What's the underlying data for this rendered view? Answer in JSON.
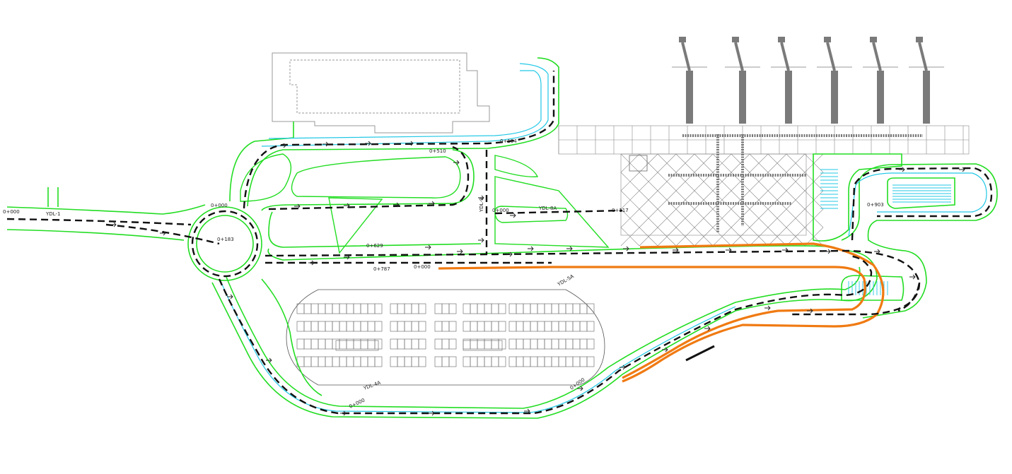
{
  "labels": {
    "start_station": "0+000",
    "route_main": "YDL-1",
    "roundabout_a": "0+000",
    "roundabout_b": "0+183",
    "loop_104": "0+104",
    "loop_510": "0+510",
    "ramp_8a_start": "0+000",
    "ramp_8a_name": "YDL-8A",
    "ramp_8a_end": "0+117",
    "station_629": "0+629",
    "station_787": "0+787",
    "station_000c": "0+000",
    "vertical_label": "YDL-9",
    "ramp_5a": "YDL-5A",
    "station_903": "0+903",
    "station_4a": "YDL-4A",
    "station_bottom": "0+000",
    "station_lower": "0+000"
  },
  "colors": {
    "road_edge": "#22dd22",
    "lane_edge": "#22c8e6",
    "priority_route": "#f07a12",
    "centerline": "#111111"
  }
}
